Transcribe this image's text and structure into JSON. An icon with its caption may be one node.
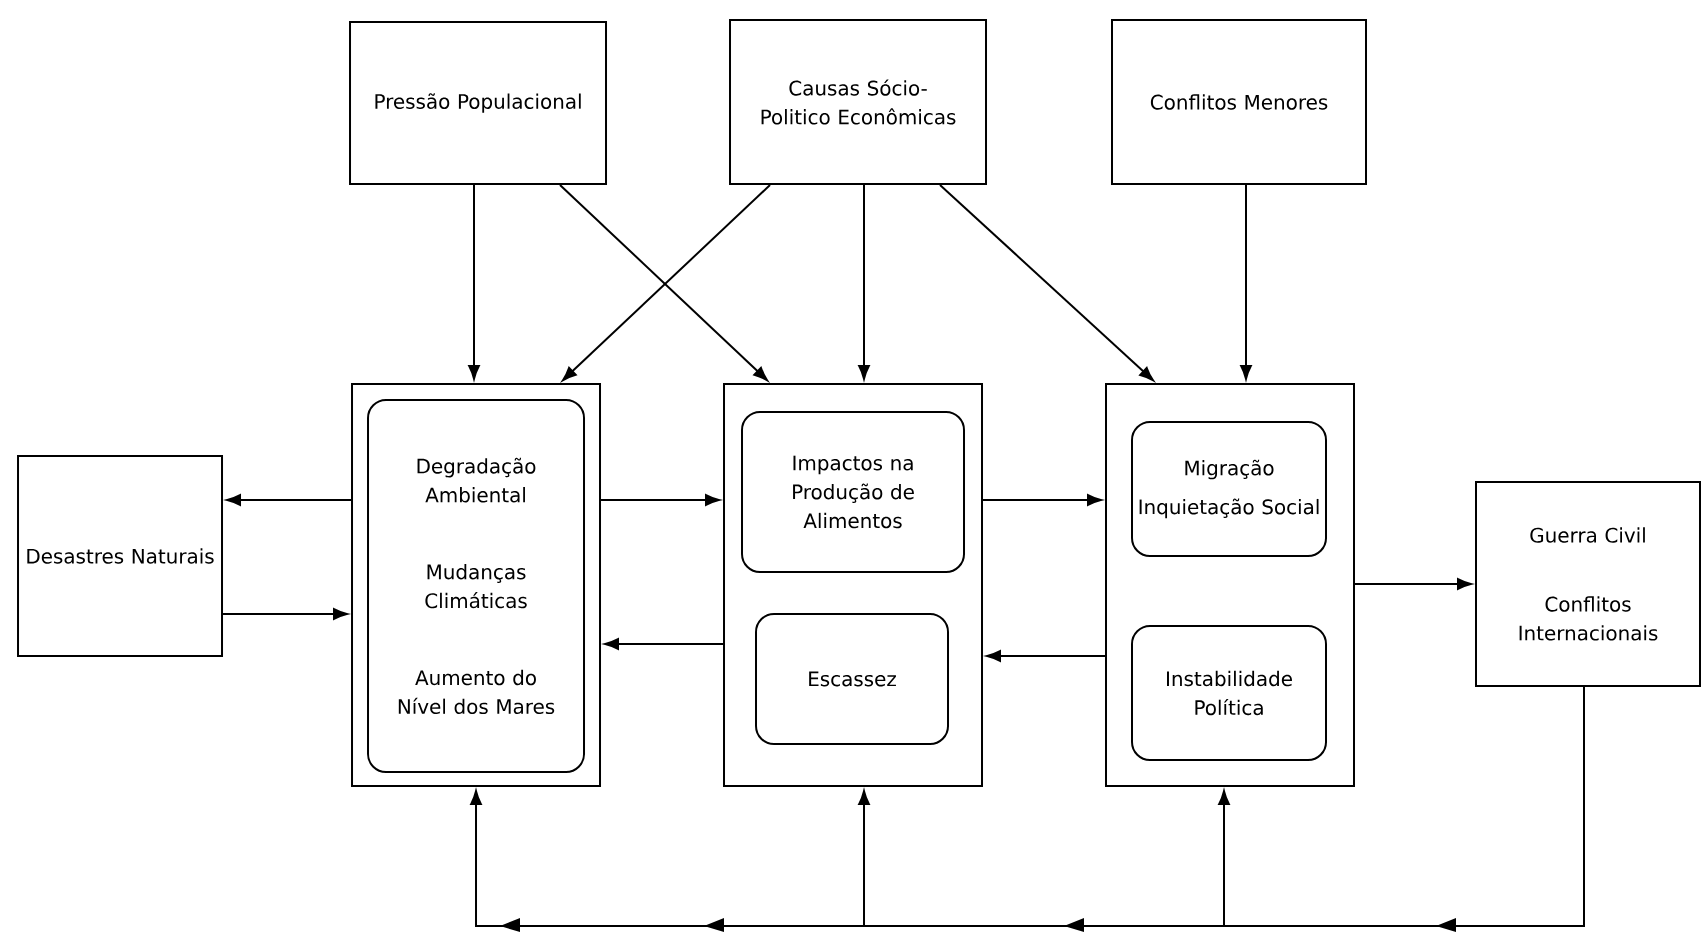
{
  "diagram": {
    "nodes": [
      {
        "text": [
          "Pressão Populacional"
        ]
      },
      {
        "text": [
          "Causas Sócio-Politico Econômicas"
        ]
      },
      {
        "text": [
          "Conflitos Menores"
        ]
      },
      {
        "text": [
          "Desastres Naturais"
        ]
      },
      {
        "text": [],
        "shape": "box"
      },
      {
        "text": [
          "Degradação Ambiental",
          "Mudanças Climáticas",
          "Aumento do Nível dos Mares"
        ],
        "in": 4
      },
      {
        "text": [],
        "shape": "box"
      },
      {
        "text": [
          "Impactos na Produção de Alimentos"
        ],
        "in": 6
      },
      {
        "text": [
          "Escassez"
        ],
        "in": 6
      },
      {
        "text": [],
        "shape": "box"
      },
      {
        "text": [
          "Migração",
          "Inquietação Social"
        ],
        "in": 9
      },
      {
        "text": [
          "Instabilidade Política"
        ],
        "in": 9
      },
      {
        "text": [
          "Guerra Civil",
          "Conflitos Internacionais"
        ]
      }
    ],
    "edges": [
      {
        "from": 0,
        "to": 4,
        "arrow": "to"
      },
      {
        "from": 0,
        "to": 6,
        "arrow": "to"
      },
      {
        "from": 1,
        "to": 4,
        "arrow": "to"
      },
      {
        "from": 1,
        "to": 6,
        "arrow": "to"
      },
      {
        "from": 1,
        "to": 9,
        "arrow": "to"
      },
      {
        "from": 2,
        "to": 9,
        "arrow": "to"
      },
      {
        "from": 4,
        "to": 3,
        "arrow": "to"
      },
      {
        "from": 3,
        "to": 4,
        "arrow": "to"
      },
      {
        "from": 4,
        "to": 6,
        "arrow": "to"
      },
      {
        "from": 6,
        "to": 4,
        "arrow": "to"
      },
      {
        "from": 6,
        "to": 9,
        "arrow": "to"
      },
      {
        "from": 9,
        "to": 6,
        "arrow": "to"
      },
      {
        "from": 9,
        "to": 12,
        "arrow": "to"
      },
      {
        "from": 12,
        "to": 4,
        "arrow": "to"
      },
      {
        "from": 12,
        "to": 6,
        "arrow": "to"
      },
      {
        "from": 12,
        "to": 9,
        "arrow": "to"
      }
    ]
  }
}
